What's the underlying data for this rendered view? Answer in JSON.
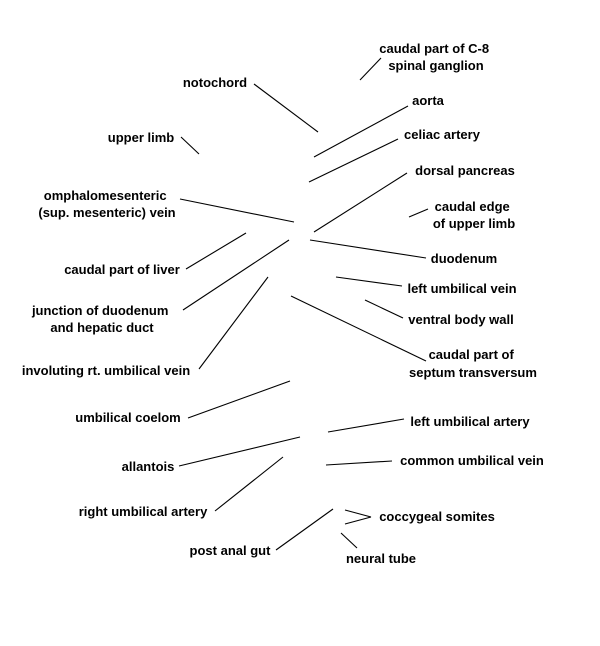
{
  "labels": {
    "caudal_c8": [
      "caudal part of C-8",
      "spinal ganglion"
    ],
    "notochord": [
      "notochord"
    ],
    "aorta": [
      "aorta"
    ],
    "upper_limb": [
      "upper limb"
    ],
    "celiac_artery": [
      "celiac artery"
    ],
    "dorsal_pancreas": [
      "dorsal pancreas"
    ],
    "omphalomesenteric_vein": [
      "omphalomesenteric",
      "(sup. mesenteric) vein"
    ],
    "caudal_edge_upper_limb": [
      "caudal edge",
      "of upper limb"
    ],
    "caudal_liver": [
      "caudal part of liver"
    ],
    "duodenum": [
      "duodenum"
    ],
    "left_umbilical_vein": [
      "left umbilical vein"
    ],
    "junction_duodenum": [
      "junction of duodenum",
      "and hepatic duct"
    ],
    "ventral_body_wall": [
      "ventral body wall"
    ],
    "caudal_septum": [
      "caudal part of",
      "septum transversum"
    ],
    "involuting_umbilical_vein": [
      "involuting rt. umbilical vein"
    ],
    "umbilical_coelom": [
      "umbilical coelom"
    ],
    "left_umbilical_artery": [
      "left umbilical artery"
    ],
    "allantois": [
      "allantois"
    ],
    "common_umbilical_vein": [
      "common umbilical vein"
    ],
    "right_umbilical_artery": [
      "right umbilical artery"
    ],
    "coccygeal_somites": [
      "coccygeal somites"
    ],
    "post_anal_gut": [
      "post anal gut"
    ],
    "neural_tube": [
      "neural tube"
    ]
  },
  "colors": {
    "ink": "#000000",
    "background": "#ffffff"
  }
}
